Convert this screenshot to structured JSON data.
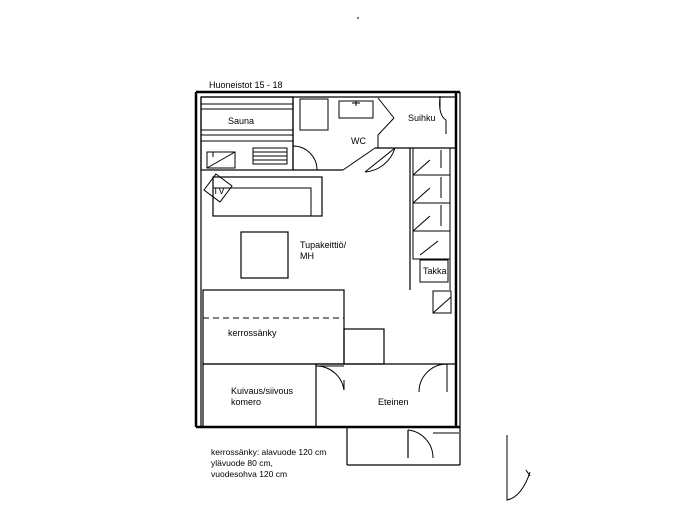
{
  "title": "Huoneistot 15 - 18",
  "rooms": {
    "sauna": "Sauna",
    "wc": "WC",
    "suihku": "Suihku",
    "tv": "TV",
    "tupakeittio_line1": "Tupakeittiö/",
    "tupakeittio_line2": "MH",
    "takka": "Takka",
    "kerrossanky": "kerrossänky",
    "kuivaus_line1": "Kuivaus/siivous",
    "kuivaus_line2": "komero",
    "eteinen": "Eteinen"
  },
  "notes": {
    "line1": "kerrossänky: alavuode 120 cm",
    "line2": "ylävuode 80 cm,",
    "line3": "vuodesohva 120 cm"
  }
}
